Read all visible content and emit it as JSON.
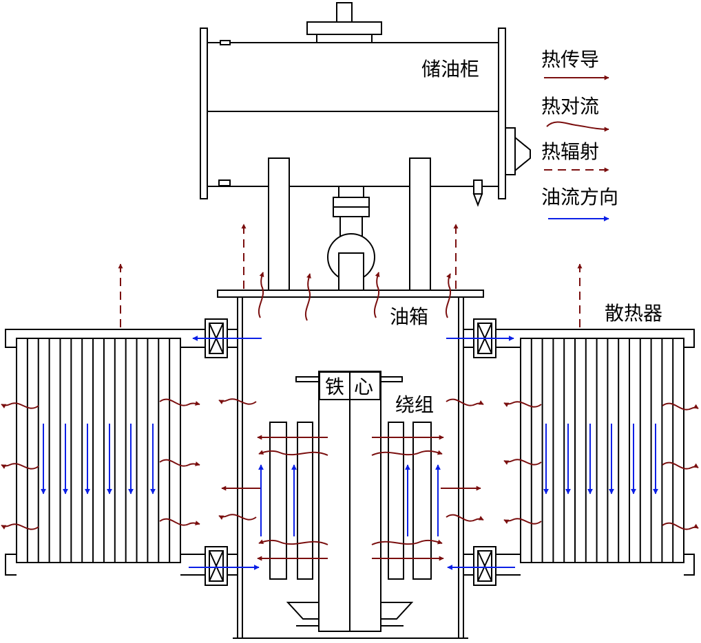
{
  "labels": {
    "conservator": "储油柜",
    "tank": "油箱",
    "core_left": "铁",
    "core_right": "心",
    "winding": "绕组",
    "radiator": "散热器"
  },
  "legend": [
    {
      "label": "热传导",
      "style": "conduction"
    },
    {
      "label": "热对流",
      "style": "convection"
    },
    {
      "label": "热辐射",
      "style": "radiation"
    },
    {
      "label": "油流方向",
      "style": "oil-flow"
    }
  ],
  "colors": {
    "heat": "#7a0e0e",
    "oil_flow": "#0a1fe6",
    "outline": "#000000"
  }
}
